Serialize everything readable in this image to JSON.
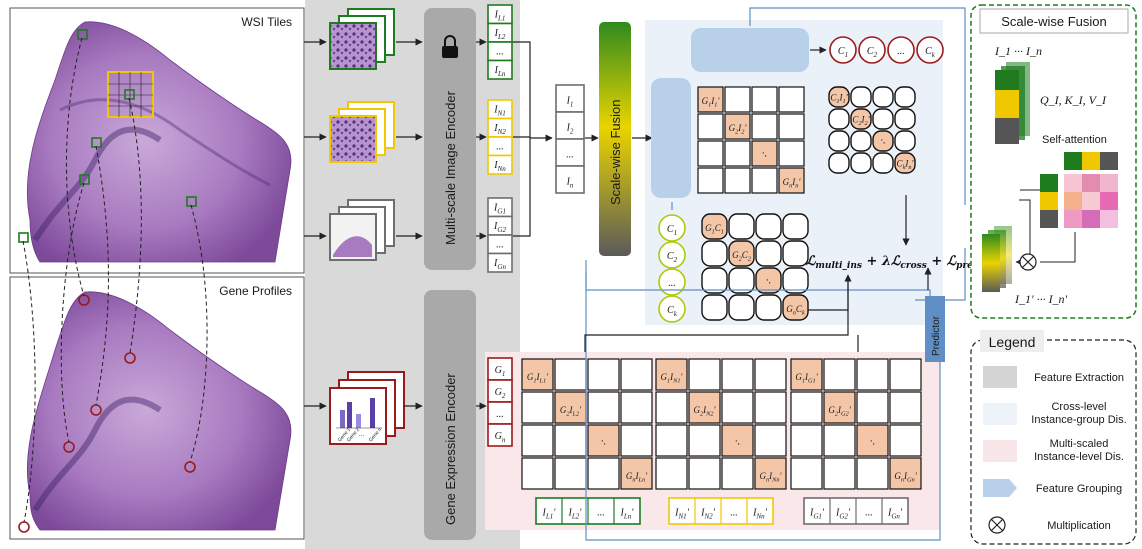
{
  "panels": {
    "wsi_title": "WSI Tiles",
    "gene_title": "Gene Profiles",
    "fusion_box_title": "Scale-wise Fusion"
  },
  "encoders": {
    "image_encoder": "Multi-scale Image Encoder",
    "gene_encoder": "Gene Expression Encoder",
    "fusion_bar": "Scale-wise Fusion",
    "predictor": "Predictor"
  },
  "gene_chart": {
    "labels": [
      "Gene 1",
      "Gene 2",
      "Gene n"
    ],
    "dots": "..."
  },
  "vectors": {
    "scale1": [
      "I_{L_1}",
      "I_{L_2}",
      "...",
      "I_{L_n}"
    ],
    "scale2": [
      "I_{N_1}",
      "I_{N_2}",
      "...",
      "I_{N_n}"
    ],
    "scale3": [
      "I_{G_1}",
      "I_{G_2}",
      "...",
      "I_{G_n}"
    ],
    "fused": [
      "I_1",
      "I_2",
      "...",
      "I_n"
    ],
    "fused_prime": [
      "I_1'",
      "I_2'",
      "...",
      "I_n'"
    ],
    "centers": [
      "C_1",
      "C_2",
      "...",
      "C_k"
    ],
    "genes_top": [
      "G_1",
      "G_2",
      "...",
      "G_n"
    ],
    "genes_row": [
      "C_1",
      "C_2",
      "...",
      "C_k"
    ],
    "genes_col": [
      "G_1",
      "G_2",
      "...",
      "G_n"
    ],
    "bottom_scale1": [
      "I_{L_1}'",
      "I_{L_2}'",
      "...",
      "I_{L_n}'"
    ],
    "bottom_scale2": [
      "I_{N_1}'",
      "I_{N_2}'",
      "...",
      "I_{N_n}'"
    ],
    "bottom_scale3": [
      "I_{G_1}'",
      "I_{G_2}'",
      "...",
      "I_{G_n}'"
    ]
  },
  "matrices": {
    "gi": [
      "G_1I_1'",
      "G_2I_2'",
      "·.",
      "G_nI_n'"
    ],
    "cc": [
      "C_1I_1'",
      "C_2I_2'",
      "·.",
      "C_kI_n'"
    ],
    "gc": [
      "G_1C_1",
      "G_2C_2",
      "·.",
      "G_nC_k"
    ],
    "m1": [
      "G_1I_{L_1}'",
      "G_2I_{L_2}'",
      "·.",
      "G_nI_{L_n}'"
    ],
    "m2": [
      "G_1I_{N_1}'",
      "G_2I_{N_2}'",
      "·.",
      "G_nI_{N_n}'"
    ],
    "m3": [
      "G_1I_{G_1}'",
      "G_2I_{G_2}'",
      "·.",
      "G_nI_{G_n}'"
    ]
  },
  "loss": {
    "part1": "ℒ",
    "sub1": "multi_ins",
    "plus": "+",
    "lambda": "λℒ",
    "sub2": "cross",
    "plus2": "+",
    "part3": "ℒ",
    "sub3": "pred"
  },
  "fusion_detail": {
    "input_label": "I_1 ··· I_n",
    "qkv": "Q_I, K_I, V_I",
    "attention": "Self-attention",
    "output_label": "I_1' ··· I_n'"
  },
  "legend": {
    "title": "Legend",
    "items": [
      {
        "label": "Feature Extraction",
        "color": "#d4d4d4"
      },
      {
        "label": "Cross-level\nInstance-group Dis.",
        "color": "#edf3f9"
      },
      {
        "label": "Multi-scaled\nInstance-level Dis.",
        "color": "#f9e6e8"
      },
      {
        "label": "Feature Grouping",
        "color": "#b8d0ea"
      },
      {
        "label": "Multiplication",
        "color": "#ffffff"
      }
    ]
  },
  "colors": {
    "green": "#1e7b1e",
    "yellow": "#f0c800",
    "gray": "#6e6e6e",
    "red": "#9a1b1b",
    "peach": "#f4c6a8",
    "blue": "#5f8fc4"
  }
}
